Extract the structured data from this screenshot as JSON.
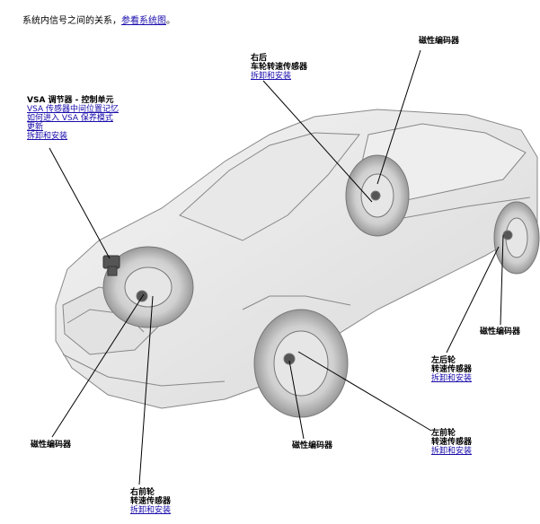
{
  "intro": {
    "text": "系统内信号之间的关系，",
    "link": "参看系统图",
    "end": "。"
  },
  "labels": {
    "encoder_top": "磁性编码器",
    "rear_right": {
      "title": "右后",
      "subtitle": "车轮转速传感器",
      "link": "拆卸和安装"
    },
    "vsa": {
      "title": "VSA 调节器 - 控制单元",
      "links": [
        "VSA 传感器中间位置记忆",
        "如何进入 VSA 保养模式",
        "更新",
        "拆卸和安装"
      ]
    },
    "encoder_right": "磁性编码器",
    "rear_left": {
      "title": "左后轮",
      "subtitle": "转速传感器",
      "link": "拆卸和安装"
    },
    "front_left": {
      "title": "左前轮",
      "subtitle": "转速传感器",
      "link": "拆卸和安装"
    },
    "encoder_bottom_mid": "磁性编码器",
    "encoder_bottom_left": "磁性编码器",
    "front_right": {
      "title": "右前轮",
      "subtitle": "转速传感器",
      "link": "拆卸和安装"
    }
  }
}
